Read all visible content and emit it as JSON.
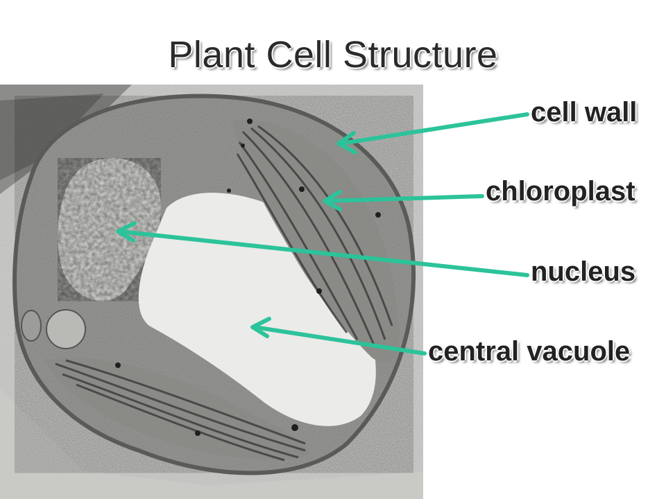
{
  "title": "Plant Cell Structure",
  "labels": {
    "cell_wall": "cell wall",
    "chloroplast": "chloroplast",
    "nucleus": "nucleus",
    "central_vacuole": "central vacuole"
  },
  "colors": {
    "arrow": "#2cc39a",
    "text": "#222222",
    "background": "#ffffff"
  }
}
